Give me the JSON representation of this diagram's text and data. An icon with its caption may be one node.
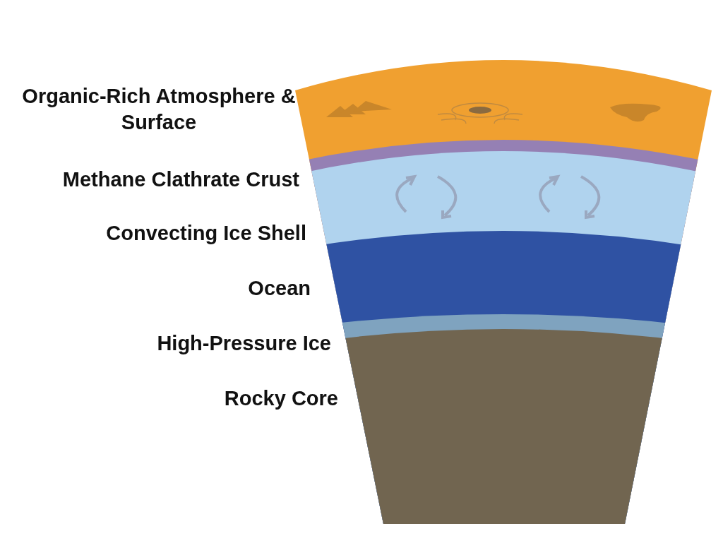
{
  "diagram": {
    "labels": [
      "Organic-Rich Atmosphere & Surface",
      "Methane Clathrate Crust",
      "Convecting Ice Shell",
      "Ocean",
      "High-Pressure Ice",
      "Rocky Core"
    ]
  }
}
